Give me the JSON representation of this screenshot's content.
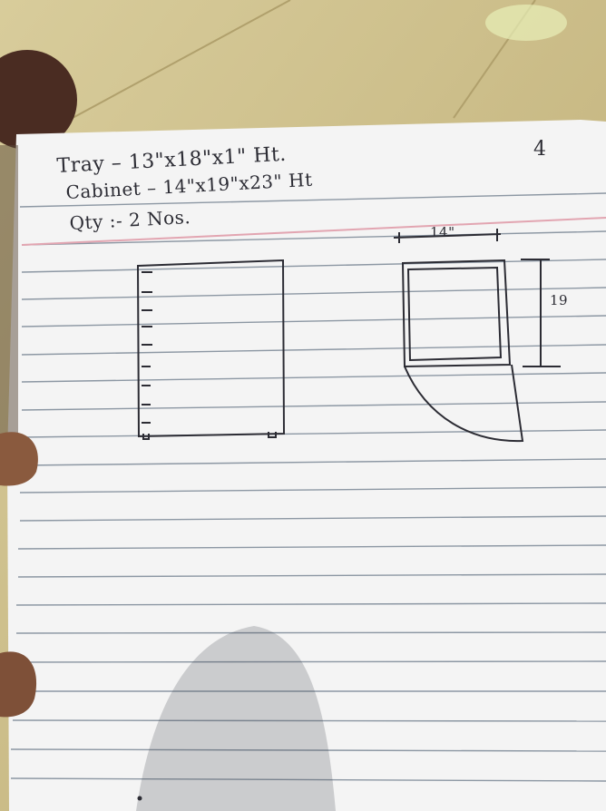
{
  "note": {
    "tray_line": "Tray – 13\"x18\"x1\" Ht.",
    "cabinet_line": "Cabinet – 14\"x19\"x23\" Ht",
    "qty_line": "Qty :- 2 Nos.",
    "page_mark": "4"
  },
  "sketch": {
    "width_dimension": "14\"",
    "height_dimension": "19"
  },
  "colors": {
    "paper": "#f4f4f4",
    "ruled_line": "#8c97a3",
    "margin_line": "#e2a5b1",
    "ink": "#2c2c34",
    "floor": "#cdbf8a"
  }
}
